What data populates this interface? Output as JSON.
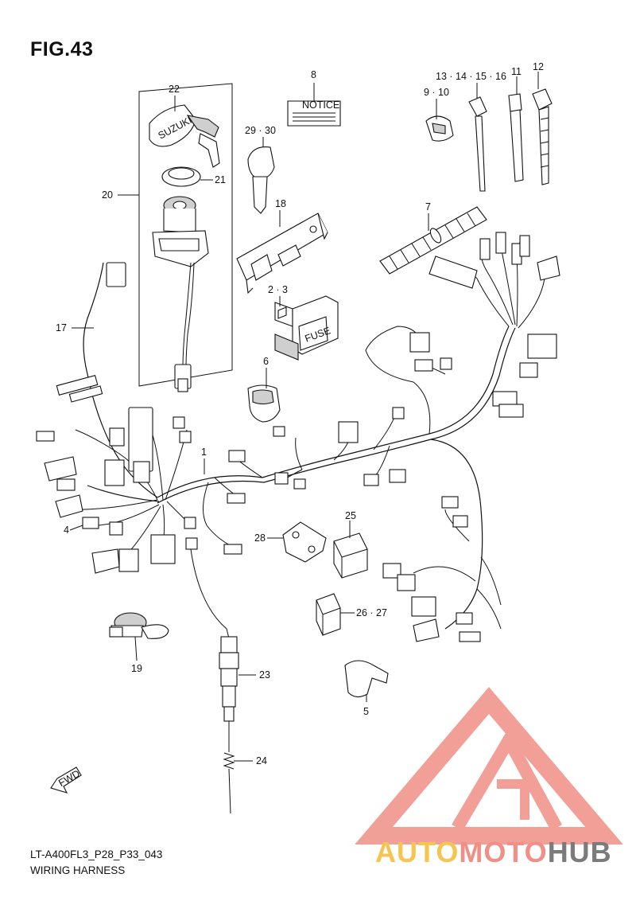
{
  "figure": {
    "title": "FIG.43",
    "model_code": "LT-A400FL3_P28_P33_043",
    "name": "WIRING HARNESS"
  },
  "callouts": {
    "c1": "1",
    "c2_3": "2 · 3",
    "c4": "4",
    "c5": "5",
    "c6": "6",
    "c7": "7",
    "c8": "8",
    "c9_10": "9 · 10",
    "c11": "11",
    "c12": "12",
    "c13_16": "13 · 14 · 15 · 16",
    "c17": "17",
    "c18": "18",
    "c19": "19",
    "c20": "20",
    "c21": "21",
    "c22": "22",
    "c23": "23",
    "c24": "24",
    "c25": "25",
    "c26_27": "26 · 27",
    "c28": "28",
    "c29_30": "29 · 30"
  },
  "part_labels": {
    "notice": "NOTICE",
    "fuse": "FUSE",
    "fwd": "FWD",
    "brand_on_key": "SUZUKI"
  },
  "watermark": {
    "part1": "AUTO",
    "part2": "MOTO",
    "part3": "HUB",
    "colors": {
      "auto": "#f5c451",
      "moto": "#ef8f86",
      "hub": "#7b7b7b",
      "triangle": "#ef8f86"
    }
  }
}
